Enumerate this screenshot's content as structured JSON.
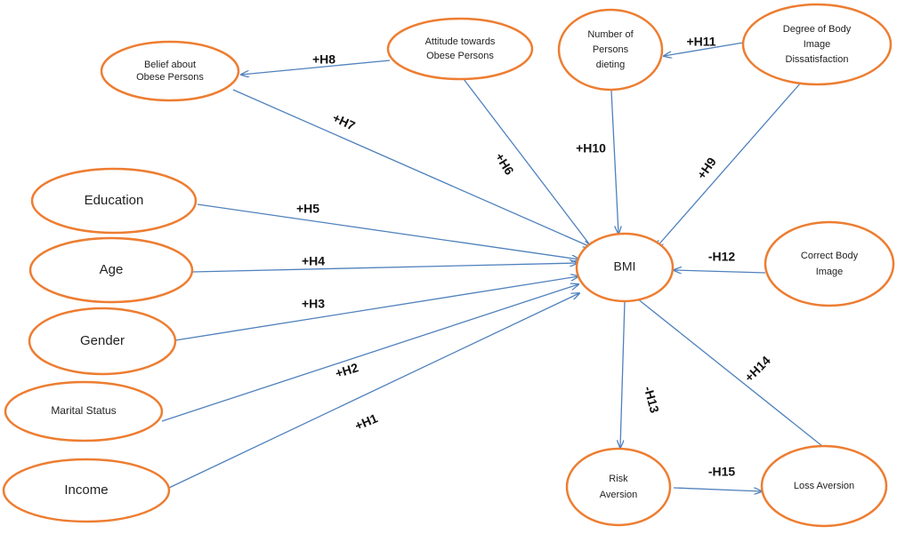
{
  "nodes": {
    "belief": {
      "lines": [
        "Belief about",
        "Obese Persons"
      ]
    },
    "attitude": {
      "lines": [
        "Attitude towards",
        "Obese Persons"
      ]
    },
    "persons_dieting": {
      "lines": [
        "Number of",
        "Persons",
        "dieting"
      ]
    },
    "body_image_dissatisfaction": {
      "lines": [
        "Degree of Body",
        "Image",
        "Dissatisfaction"
      ]
    },
    "education": {
      "lines": [
        "Education"
      ]
    },
    "age": {
      "lines": [
        "Age"
      ]
    },
    "gender": {
      "lines": [
        "Gender"
      ]
    },
    "marital_status": {
      "lines": [
        "Marital Status"
      ]
    },
    "income": {
      "lines": [
        "Income"
      ]
    },
    "bmi": {
      "lines": [
        "BMI"
      ]
    },
    "correct_body_image": {
      "lines": [
        "Correct Body",
        "Image"
      ]
    },
    "risk_aversion": {
      "lines": [
        "Risk",
        "Aversion"
      ]
    },
    "loss_aversion": {
      "lines": [
        "Loss Aversion"
      ]
    }
  },
  "edges": [
    {
      "from": "income",
      "to": "bmi",
      "label": "+H1"
    },
    {
      "from": "marital_status",
      "to": "bmi",
      "label": "+H2"
    },
    {
      "from": "gender",
      "to": "bmi",
      "label": "+H3"
    },
    {
      "from": "age",
      "to": "bmi",
      "label": "+H4"
    },
    {
      "from": "education",
      "to": "bmi",
      "label": "+H5"
    },
    {
      "from": "attitude",
      "to": "bmi",
      "label": "+H6"
    },
    {
      "from": "belief",
      "to": "bmi",
      "label": "+H7"
    },
    {
      "from": "attitude",
      "to": "belief",
      "label": "+H8"
    },
    {
      "from": "body_image_dissatisfaction",
      "to": "bmi",
      "label": "+H9"
    },
    {
      "from": "persons_dieting",
      "to": "bmi",
      "label": "+H10"
    },
    {
      "from": "body_image_dissatisfaction",
      "to": "persons_dieting",
      "label": "+H11"
    },
    {
      "from": "correct_body_image",
      "to": "bmi",
      "label": "-H12"
    },
    {
      "from": "bmi",
      "to": "risk_aversion",
      "label": "-H13"
    },
    {
      "from": "bmi",
      "to": "loss_aversion",
      "label": "+H14"
    },
    {
      "from": "risk_aversion",
      "to": "loss_aversion",
      "label": "-H15"
    }
  ],
  "colors": {
    "node_stroke": "#ED7D31",
    "edge_stroke": "#4F81BD",
    "text": "#222222"
  }
}
